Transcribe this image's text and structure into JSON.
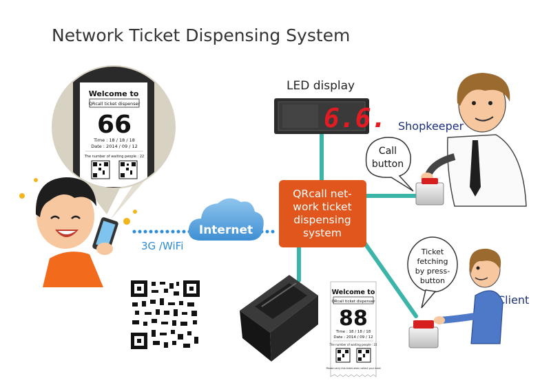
{
  "title": "Network Ticket Dispensing System",
  "led": {
    "label": "LED display",
    "number": "6.6."
  },
  "hub": {
    "line1": "QRcall net-",
    "line2": "work ticket",
    "line3": "dispensing",
    "line4": "system"
  },
  "internet": {
    "label": "Internet",
    "link_label": "3G /WiFi"
  },
  "shopkeeper": {
    "label": "Shopkeeper",
    "bubble_line1": "Call",
    "bubble_line2": "button"
  },
  "client": {
    "label": "Client",
    "bubble_line1": "Ticket",
    "bubble_line2": "fetching",
    "bubble_line3": "by press-",
    "bubble_line4": "button"
  },
  "phone_ticket": {
    "welcome": "Welcome to",
    "dispenser": "QRcall ticket dispenser",
    "number": "66",
    "time": "Time : 18 / 18 / 18",
    "date": "Date : 2014 / 09 / 12",
    "waiting": "The number of waiting people : 22"
  },
  "paper_ticket": {
    "welcome": "Welcome to",
    "dispenser": "QRcall ticket dispenser",
    "number": "88",
    "time": "Time : 18 / 18 / 18",
    "date": "Date : 2014 / 09 / 12",
    "waiting": "The number of waiting people : 22",
    "footer": "Please carry this ticket when collect your meal"
  },
  "colors": {
    "teal_connector": "#3ab5a8",
    "hub_orange": "#e0561c",
    "cloud_blue": "#5aa3dc",
    "dot_blue": "#2a8bd6",
    "label_navy": "#1c2f7a",
    "led_red": "#e31b23"
  }
}
